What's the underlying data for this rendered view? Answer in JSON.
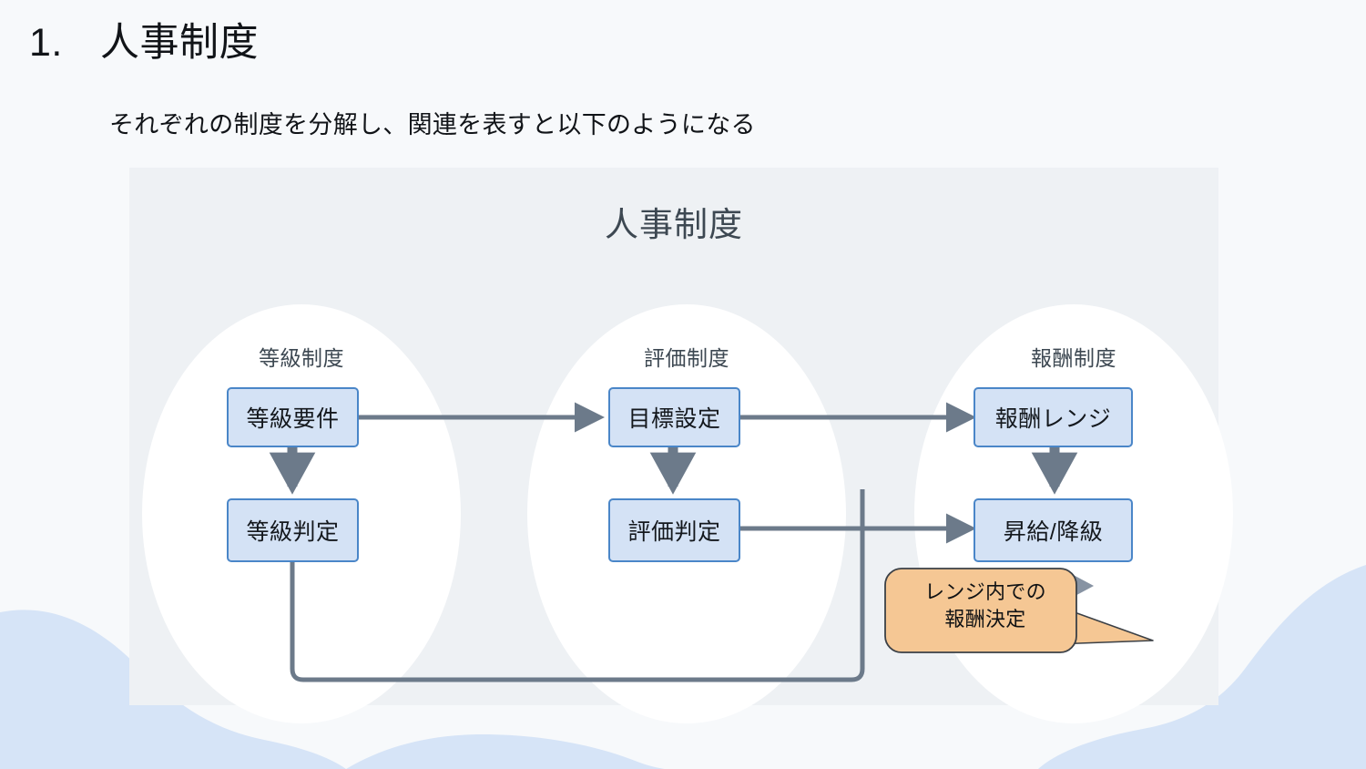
{
  "slide": {
    "number": "1.",
    "title": "人事制度",
    "subtitle": "それぞれの制度を分解し、関連を表すと以下のようになる"
  },
  "diagram": {
    "title": "人事制度",
    "groups": [
      {
        "id": "grade",
        "label": "等級制度",
        "boxes": [
          {
            "id": "grade-requirements",
            "label": "等級要件"
          },
          {
            "id": "grade-judgement",
            "label": "等級判定"
          }
        ]
      },
      {
        "id": "evaluation",
        "label": "評価制度",
        "boxes": [
          {
            "id": "goal-setting",
            "label": "目標設定"
          },
          {
            "id": "evaluation-judgement",
            "label": "評価判定"
          }
        ]
      },
      {
        "id": "compensation",
        "label": "報酬制度",
        "boxes": [
          {
            "id": "pay-range",
            "label": "報酬レンジ"
          },
          {
            "id": "raise-demotion",
            "label": "昇給/降級"
          }
        ]
      }
    ],
    "callout": {
      "id": "range-decision-callout",
      "line1": "レンジ内での",
      "line2": "報酬決定"
    }
  },
  "colors": {
    "page_background": "#f7f9fb",
    "panel_background": "#eef1f4",
    "wave_decor": "#d6e4f7",
    "ellipse_fill": "#ffffff",
    "box_fill": "#d4e2f5",
    "box_border": "#4a86c8",
    "connector": "#6c7a8a",
    "callout_fill": "#f5c794",
    "callout_border": "#3b4046",
    "heading_text": "#3d4852",
    "title_text": "#111418"
  }
}
